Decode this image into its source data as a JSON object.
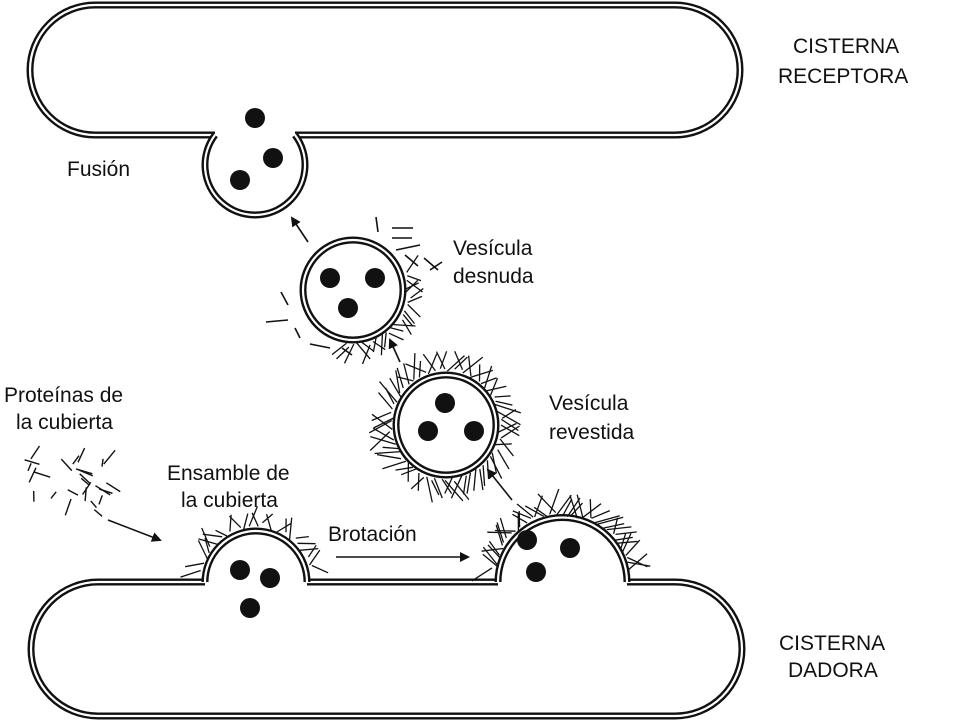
{
  "labels": {
    "receptora_line1": "CISTERNA",
    "receptora_line2": "RECEPTORA",
    "dadora_line1": "CISTERNA",
    "dadora_line2": "DADORA",
    "fusion": "Fusión",
    "desnuda_line1": "Vesícula",
    "desnuda_line2": "desnuda",
    "revestida_line1": "Vesícula",
    "revestida_line2": "revestida",
    "proteinas_line1": "Proteínas de",
    "proteinas_line2": "la cubierta",
    "ensamble_line1": "Ensamble de",
    "ensamble_line2": "la cubierta",
    "brotacion": "Brotación"
  },
  "colors": {
    "stroke": "#111111",
    "fill": "#ffffff",
    "cargo": "#111111"
  }
}
